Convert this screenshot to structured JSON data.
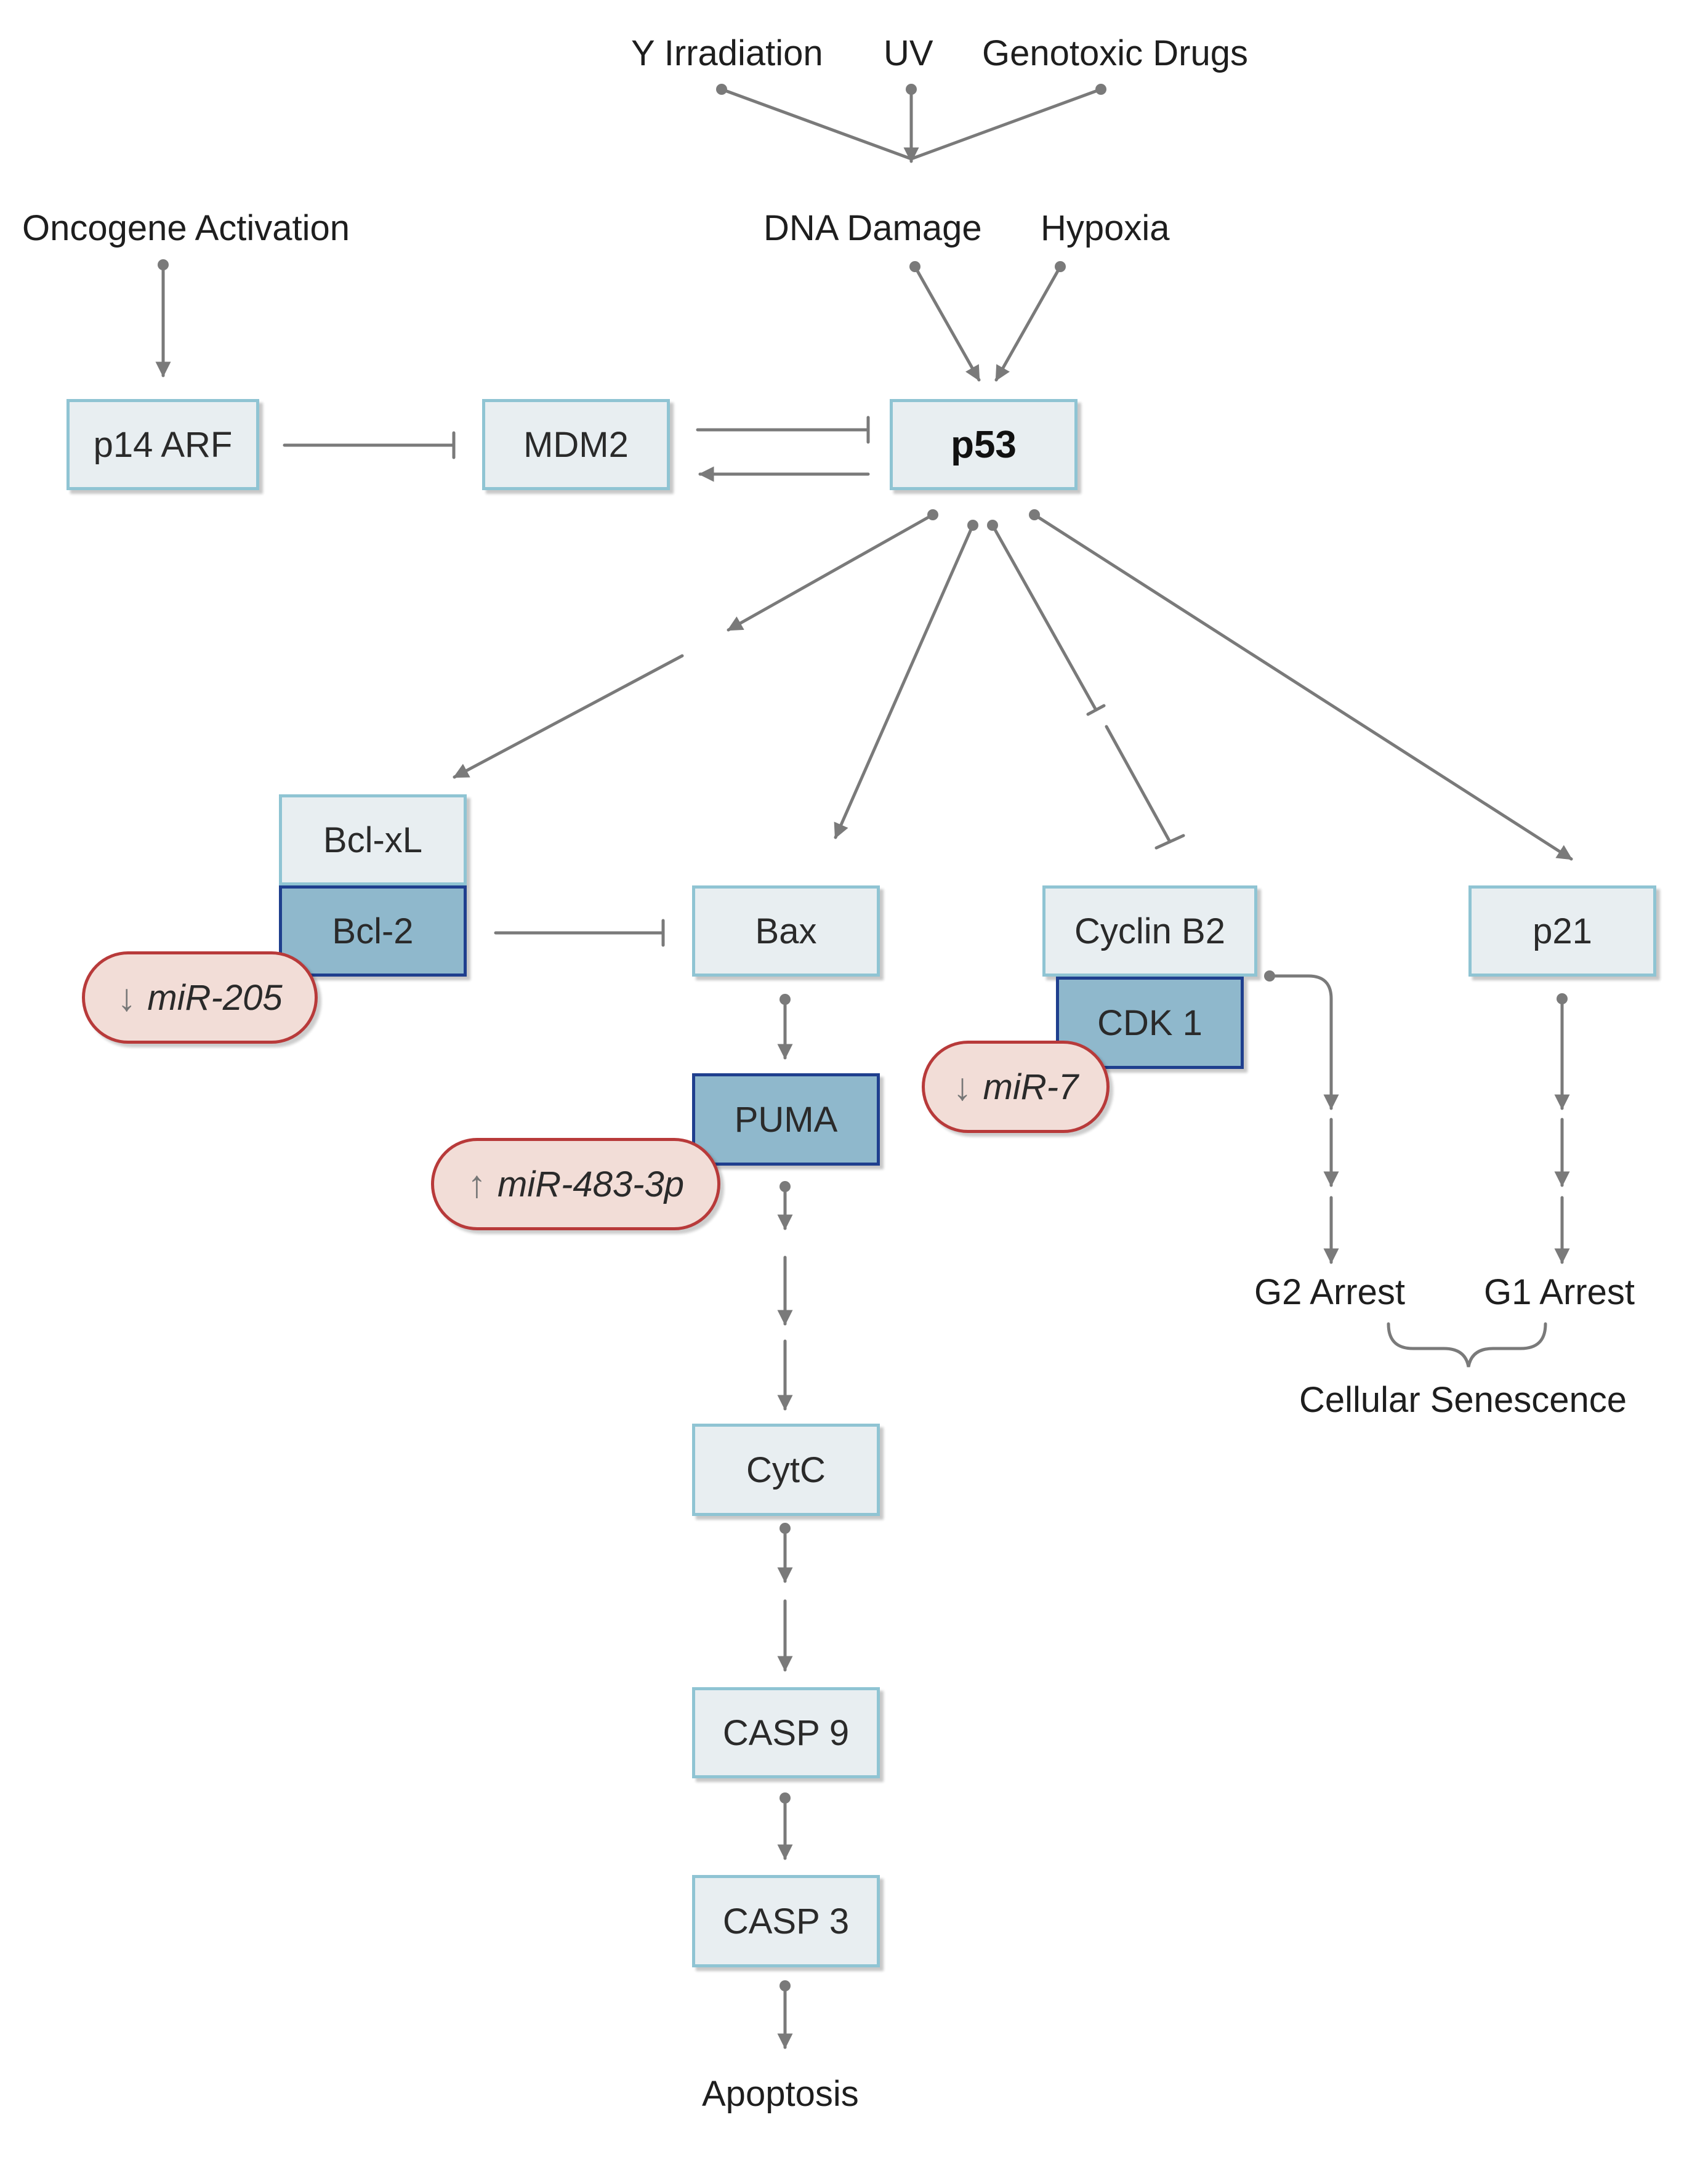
{
  "inputs": {
    "gamma": "Y Irradiation",
    "uv": "UV",
    "drugs": "Genotoxic Drugs",
    "oncogene": "Oncogene Activation",
    "dna_damage": "DNA Damage",
    "hypoxia": "Hypoxia"
  },
  "nodes": {
    "p14arf": "p14 ARF",
    "mdm2": "MDM2",
    "p53": "p53",
    "bclxl": "Bcl-xL",
    "bcl2": "Bcl-2",
    "bax": "Bax",
    "puma": "PUMA",
    "cyclinb2": "Cyclin B2",
    "cdk1": "CDK 1",
    "p21": "p21",
    "cytc": "CytC",
    "casp9": "CASP 9",
    "casp3": "CASP 3"
  },
  "mirnas": {
    "mir205": {
      "label": "miR-205",
      "direction": "↓"
    },
    "mir483": {
      "label": "miR-483-3p",
      "direction": "↑"
    },
    "mir7": {
      "label": "miR-7",
      "direction": "↓"
    }
  },
  "outcomes": {
    "g2_arrest": "G2 Arrest",
    "g1_arrest": "G1 Arrest",
    "senescence": "Cellular Senescence",
    "apoptosis": "Apoptosis"
  },
  "colors": {
    "light_box_fill": "#e8eef1",
    "light_box_border": "#8fc4d3",
    "dark_box_fill": "#8fb8cc",
    "dark_box_border": "#1f3f8e",
    "mirna_fill": "#f2ddd7",
    "mirna_border": "#b83a3a",
    "edge": "#7a7a7a"
  }
}
